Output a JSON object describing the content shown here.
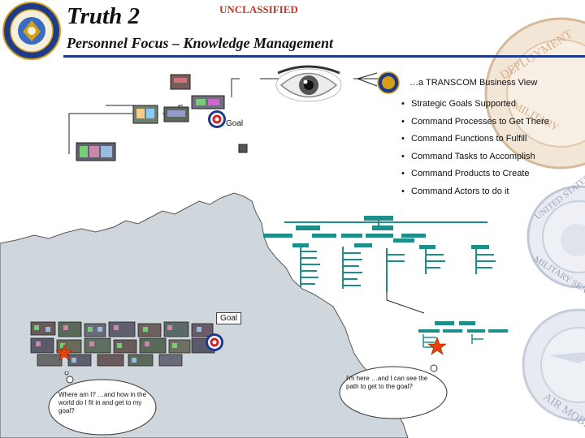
{
  "header": {
    "title": "Truth 2",
    "classification": "UNCLASSIFIED",
    "subtitle": "Personnel Focus – Knowledge Management"
  },
  "business_view": {
    "label": "…a TRANSCOM Business View",
    "bullets": [
      "Strategic Goals Supported",
      "Command Processes to Get There",
      "Command Functions to Fulfill",
      "Command Tasks to Accomplish",
      "Command Products to Create",
      "Command Actors to do it"
    ]
  },
  "labels": {
    "goal_top": "Goal",
    "goal_bottom": "Goal"
  },
  "bubbles": {
    "lost": "Where am I? …and how in the world do I fit in and get to my goal?",
    "found": "I'm here …and I can see the path to get to the goal?"
  },
  "seals": {
    "sddc": "DEPLOYMENT",
    "msc": "UNITED STATES",
    "msc_sub": "MILITARY SEALIFT",
    "amc": "AIR MOBILITY"
  },
  "colors": {
    "accent": "#1e3a8a",
    "classification": "#c0392b",
    "org_chart": "#1d8f8a",
    "terrain": "#cfd6dc",
    "star": "#e8410c"
  },
  "icons": [
    "eye-icon",
    "transcom-seal-icon",
    "target-icon",
    "star-icon",
    "sddc-seal-icon",
    "msc-seal-icon",
    "amc-seal-icon"
  ]
}
